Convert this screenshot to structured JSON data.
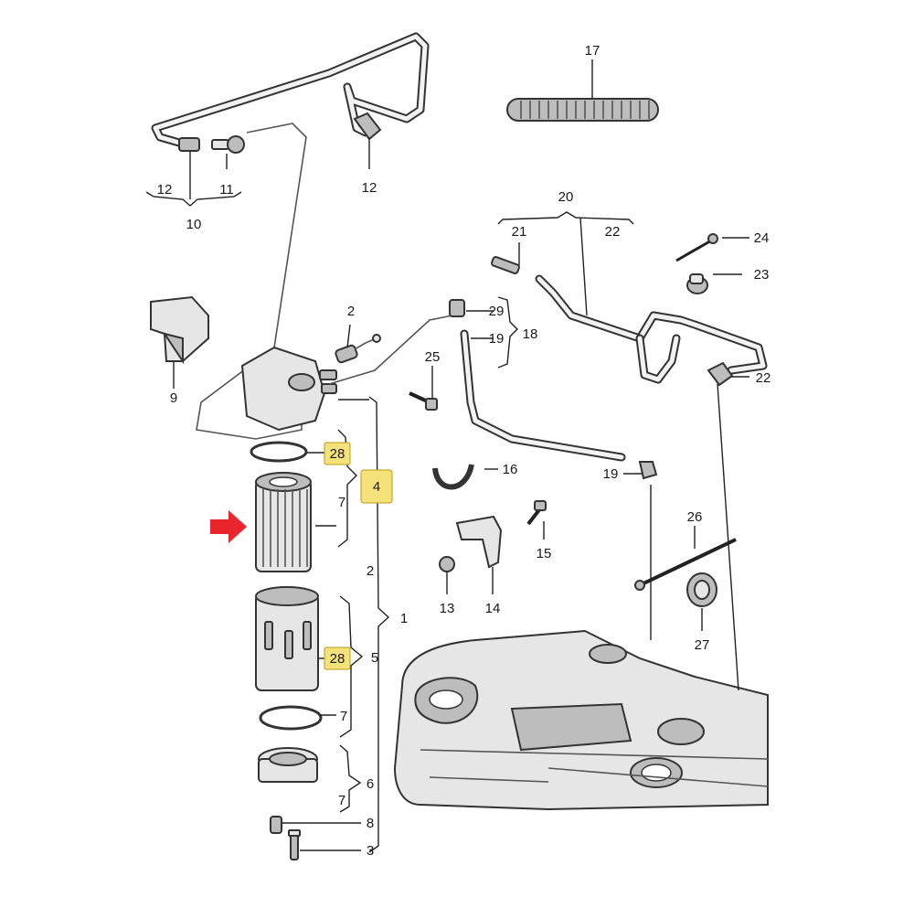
{
  "labels": {
    "p1": "1",
    "p2": "2",
    "p2b": "2",
    "p3": "3",
    "p4": "4",
    "p5": "5",
    "p6": "6",
    "p7a": "7",
    "p7b": "7",
    "p7c": "7",
    "p8": "8",
    "p9": "9",
    "p10": "10",
    "p11": "11",
    "p12a": "12",
    "p12b": "12",
    "p13": "13",
    "p14": "14",
    "p15": "15",
    "p16": "16",
    "p17": "17",
    "p18": "18",
    "p19a": "19",
    "p19b": "19",
    "p20": "20",
    "p21": "21",
    "p22a": "22",
    "p22b": "22",
    "p23": "23",
    "p24": "24",
    "p25": "25",
    "p26": "26",
    "p27": "27",
    "p28a": "28",
    "p28b": "28",
    "p29": "29"
  },
  "colors": {
    "highlight": "#f6e27a",
    "arrow": "#e8262b",
    "line": "#333333"
  }
}
